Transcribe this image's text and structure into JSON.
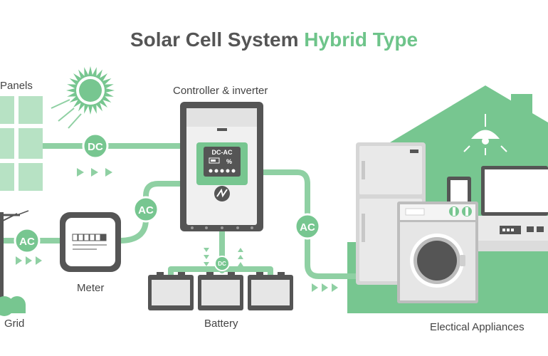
{
  "title": {
    "part1": "Solar Cell System",
    "part2": "Hybrid Type"
  },
  "labels": {
    "panels": "Panels",
    "controller": "Controller & inverter",
    "meter": "Meter",
    "battery": "Battery",
    "grid": "Grid",
    "appliances": "Electical Appliances"
  },
  "badges": {
    "dc_panels": "DC",
    "ac_meter": "AC",
    "ac_grid": "AC",
    "ac_appliances": "AC",
    "dc_battery": "DC"
  },
  "inverter_screen": {
    "mode": "DC-AC",
    "percent": "%"
  },
  "colors": {
    "accent": "#6ec48a",
    "light_green": "#8fd0a3",
    "gray_dark": "#555555",
    "panel_green": "#b7e2c4"
  }
}
